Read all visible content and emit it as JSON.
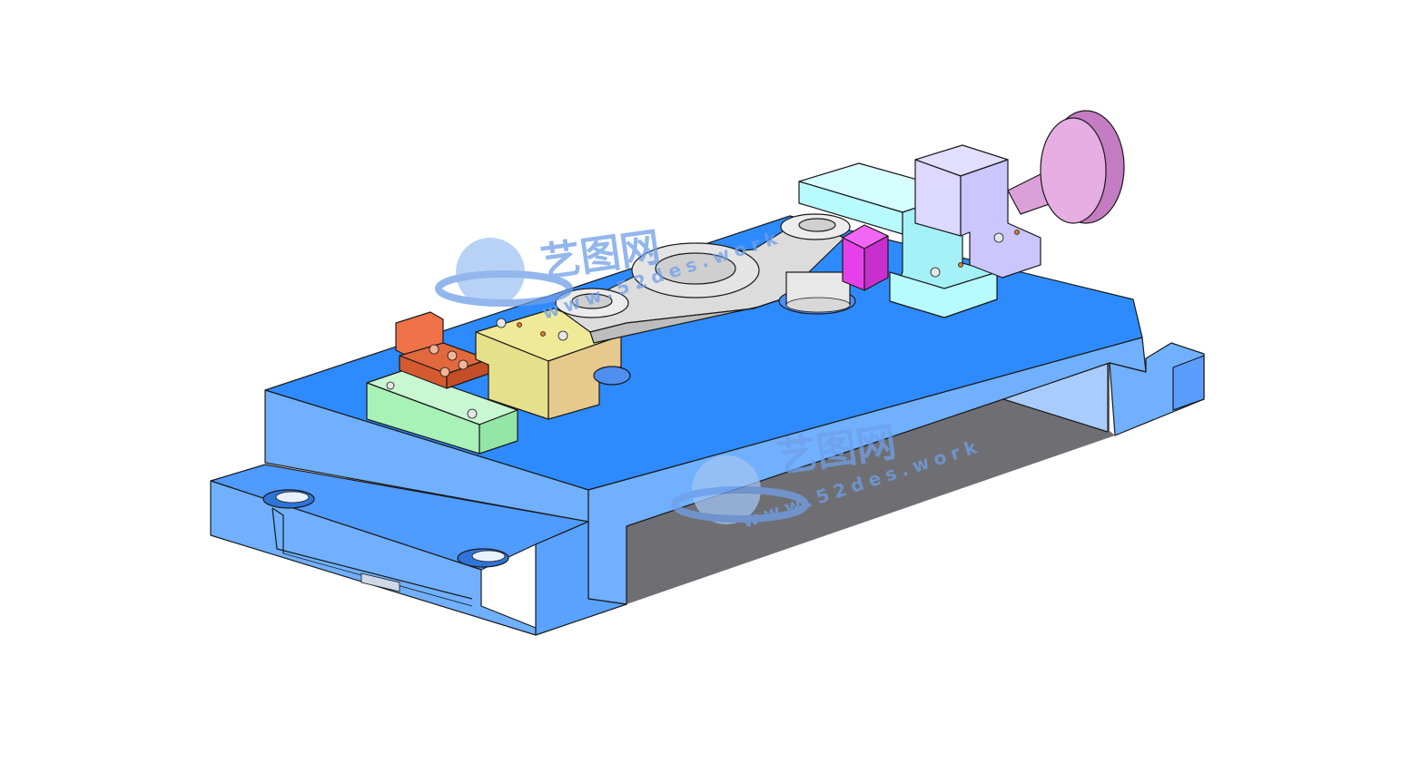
{
  "watermark": {
    "brand": "艺图网",
    "url_top": "www.52des.work",
    "url_bottom": "www.52des.work"
  },
  "colors": {
    "base_top": "#2e8bff",
    "base_front": "#70b0ff",
    "base_side": "#4f9bff",
    "base_shadow": "#6f6f73",
    "green_block": "#a8f2b8",
    "orange_part": "#e2683e",
    "yellow_block": "#e6e08a",
    "tan_side": "#e6c98c",
    "lever": "#dcdcdc",
    "magenta_pad": "#e540ea",
    "cyan_block": "#b8fbff",
    "lavender_block": "#ccc6ff",
    "knob": "#d99ad6",
    "watermark_blue": "#6f9fe8"
  }
}
